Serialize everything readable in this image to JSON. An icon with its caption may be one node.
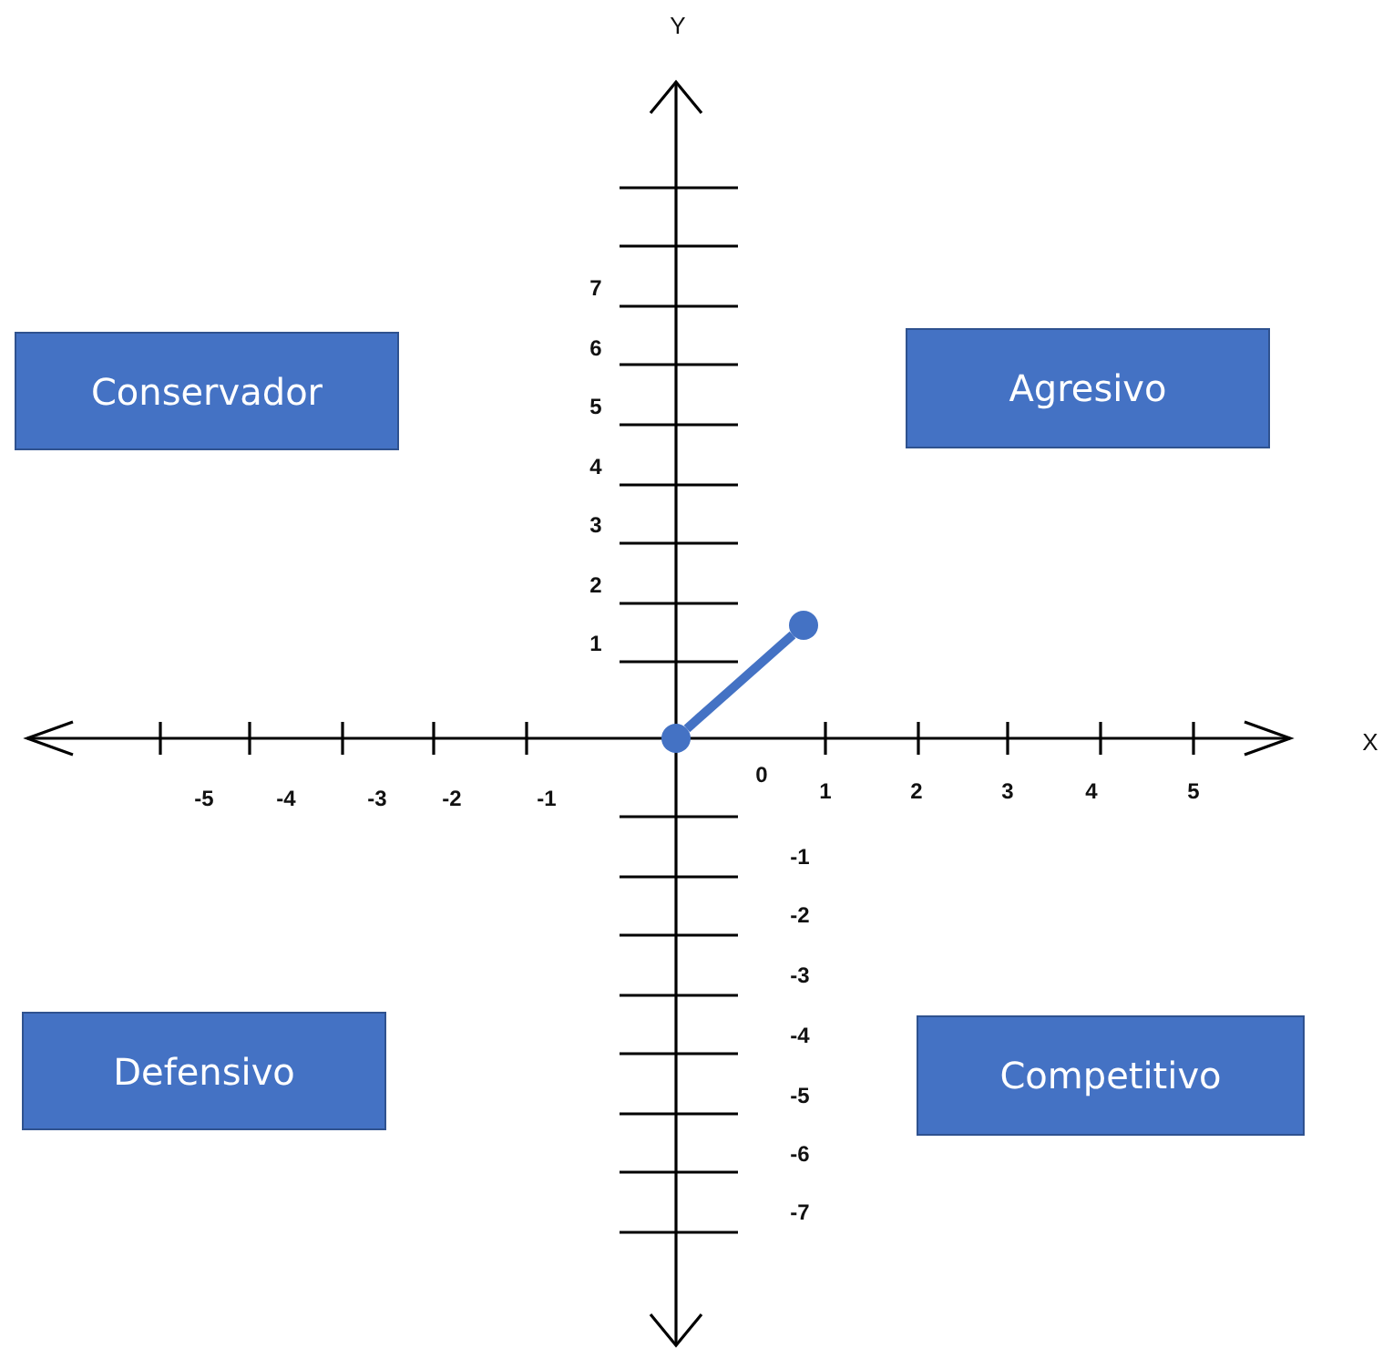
{
  "diagram": {
    "nodes": [
      {
        "text": [
          "Conservador"
        ]
      },
      {
        "text": [
          "Agresivo"
        ]
      },
      {
        "text": [
          "Defensivo"
        ]
      },
      {
        "text": [
          "Competitivo"
        ]
      },
      {
        "text": [],
        "shape": "circle"
      },
      {
        "text": [],
        "shape": "circle"
      }
    ],
    "edges": [
      {
        "from": 4,
        "to": 5,
        "arrow": "none"
      }
    ],
    "labels": [
      "Y",
      "7",
      "6",
      "5",
      "4",
      "3",
      "2",
      "1",
      "X",
      "0",
      "-5",
      "-4",
      "-3",
      "-2",
      "-1",
      "1",
      "2",
      "3",
      "4",
      "5",
      "-1",
      "-2",
      "-3",
      "-4",
      "-5",
      "-6",
      "-7"
    ]
  }
}
